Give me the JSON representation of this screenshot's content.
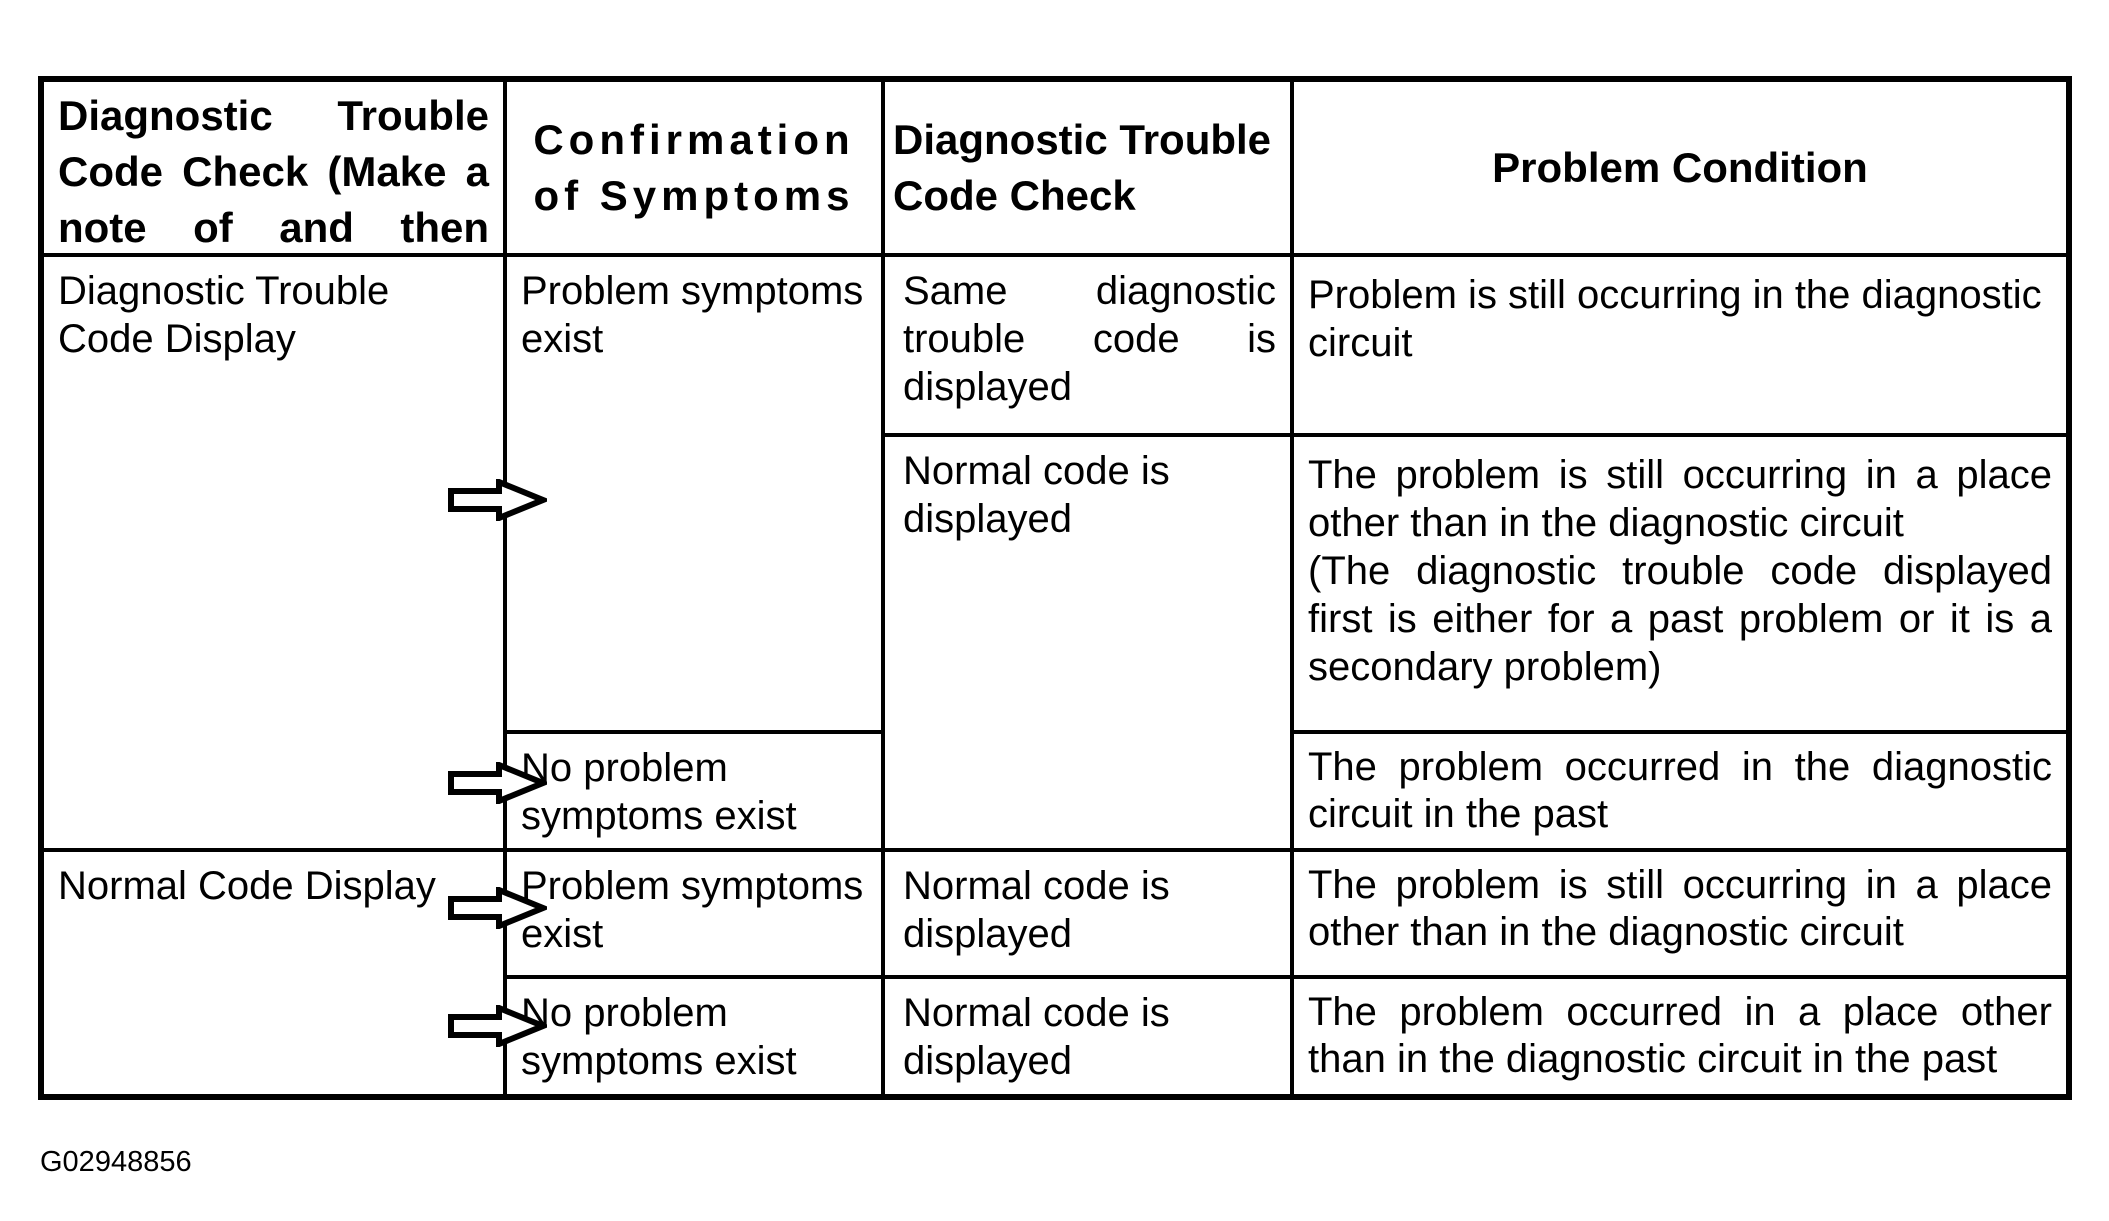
{
  "figure_id": "G02948856",
  "table": {
    "headers": {
      "dtc_check_note": "Diagnostic Trouble Code Check (Make a note of and then clear)",
      "confirmation": "Confirmation of Symptoms",
      "dtc_check": "Diagnostic Trouble Code Check",
      "problem_condition": "Problem Condition"
    },
    "cells": {
      "dtc_code_display": "Diagnostic Trouble Code Display",
      "normal_code_display": "Normal Code Display",
      "problem_symptoms_exist_1": "Problem symptoms exist",
      "no_problem_symptoms_1": "No problem symptoms exist",
      "problem_symptoms_exist_2": "Problem symptoms exist",
      "no_problem_symptoms_2": "No problem symptoms exist",
      "same_dtc_displayed": "Same diagnostic trouble code is displayed",
      "normal_code_displayed_1": "Normal code is displayed",
      "normal_code_displayed_2": "Normal code is displayed",
      "normal_code_displayed_3": "Normal code is displayed",
      "condition_1": "Problem is still occurring in the diagnostic circuit",
      "condition_2_line1": "The problem is still occurring in a place other than in the diagnostic circuit",
      "condition_2_line2": "(The diagnostic trouble code displayed first is either for a past problem or it is a secondary problem)",
      "condition_3": "The problem occurred in the diagnostic circuit in the past",
      "condition_4": "The problem is still occurring in a place other than in the diagnostic circuit",
      "condition_5": "The problem occurred in a place other than in the diagnostic circuit in the past"
    }
  }
}
